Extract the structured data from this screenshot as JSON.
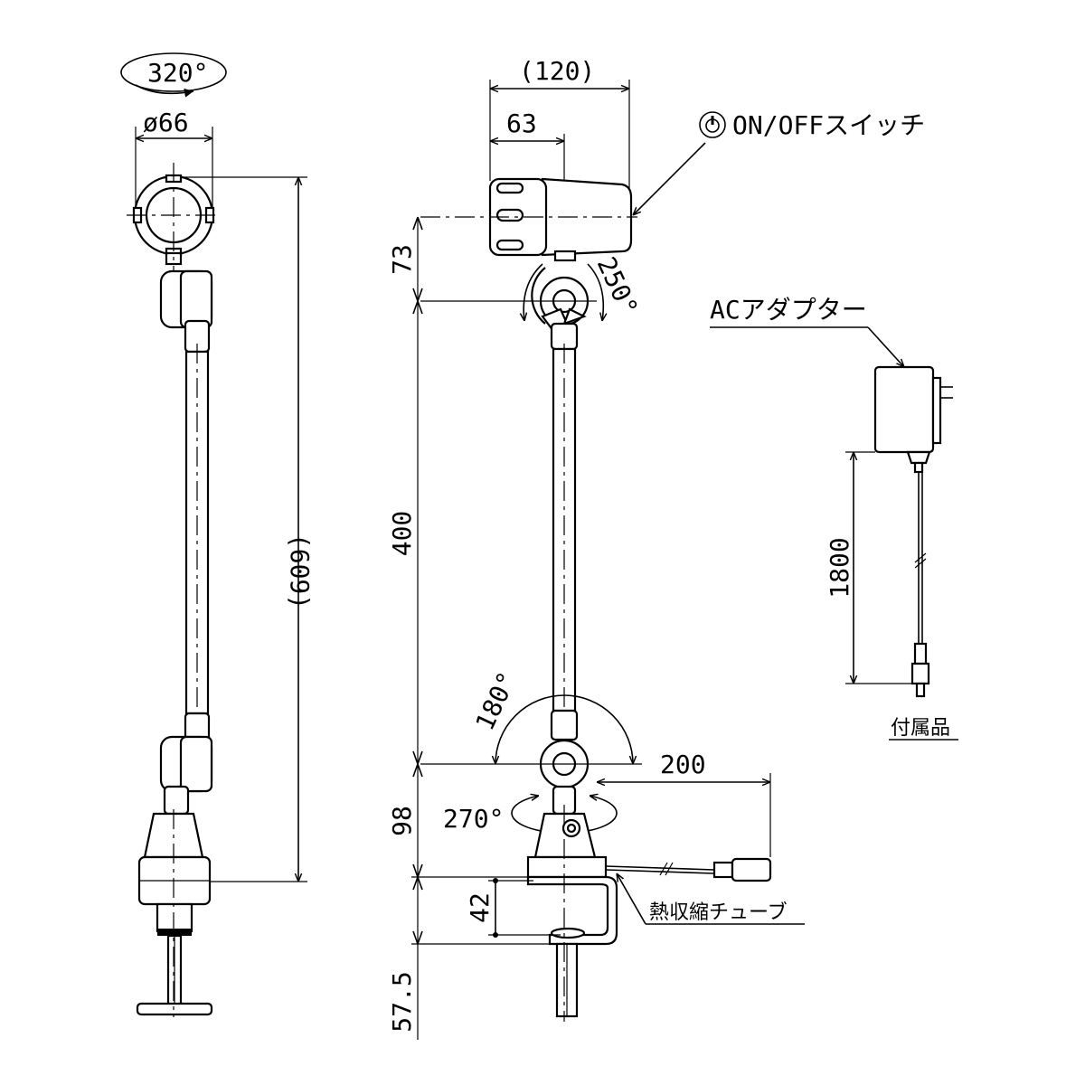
{
  "drawing": {
    "dimensions": {
      "rotation_top": "320°",
      "head_diameter": "ø66",
      "total_height": "(609)",
      "head_length": "(120)",
      "head_offset": "63",
      "upper_joint": "73",
      "arm_length": "400",
      "lower_joint": "98",
      "clamp_height": "42",
      "clamp_shaft": "57.5",
      "cable_length": "200",
      "adapter_cord": "1800"
    },
    "angles": {
      "head_tilt": "250°",
      "elbow_swing": "180°",
      "base_rotation": "270°"
    },
    "labels": {
      "switch": "ON/OFFスイッチ",
      "adapter": "ACアダプター",
      "tube": "熱収縮チューブ",
      "accessory": "付属品"
    },
    "icons": {
      "switch": "power-icon"
    }
  }
}
